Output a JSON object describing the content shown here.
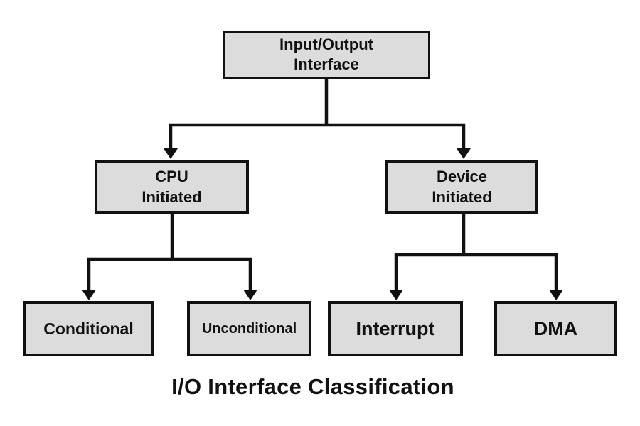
{
  "diagram": {
    "title": "I/O Interface Classification",
    "colors": {
      "background": "#ffffff",
      "box_fill": "#dcdcdc",
      "box_border": "#111111",
      "line": "#111111",
      "text": "#111111"
    },
    "nodes": {
      "root": {
        "label": "Input/Output\nInterface"
      },
      "cpu": {
        "label": "CPU\nInitiated"
      },
      "device": {
        "label": "Device\nInitiated"
      },
      "conditional": {
        "label": "Conditional"
      },
      "unconditional": {
        "label": "Unconditional"
      },
      "interrupt": {
        "label": "Interrupt"
      },
      "dma": {
        "label": "DMA"
      }
    }
  }
}
